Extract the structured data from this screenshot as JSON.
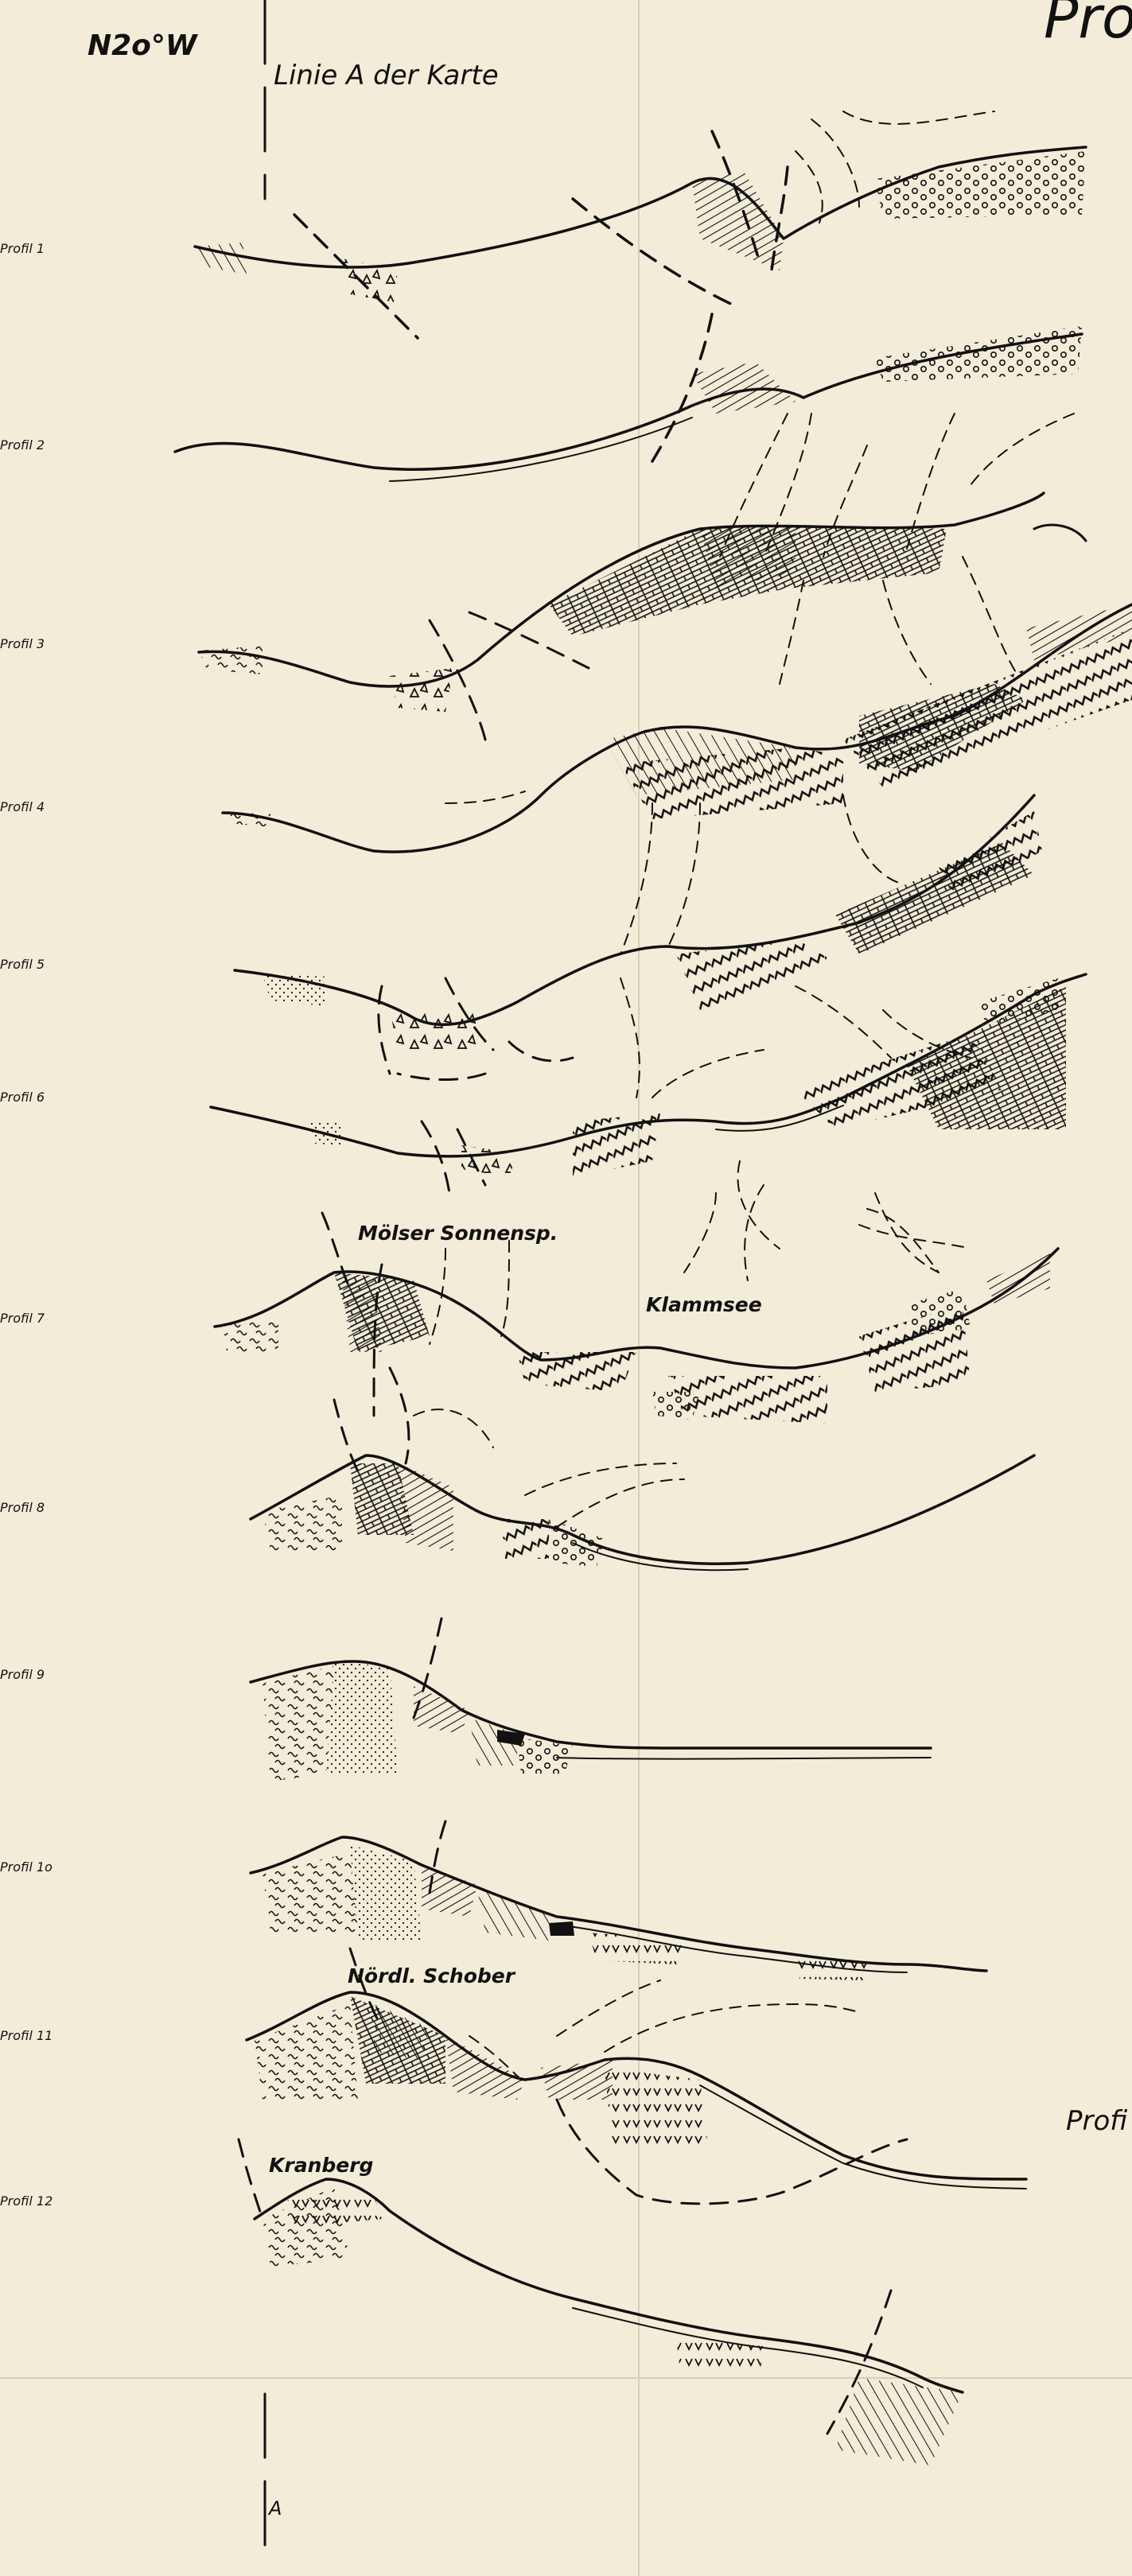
{
  "header": {
    "orientation": "N2o°W",
    "section_line_label": "Linie A der Karte",
    "section_end_label": "A",
    "title_fragment": "Pro",
    "right_edge_label": "Profi"
  },
  "profiles": [
    {
      "label": "Profil 1"
    },
    {
      "label": "Profil 2"
    },
    {
      "label": "Profil 3"
    },
    {
      "label": "Profil 4"
    },
    {
      "label": "Profil 5"
    },
    {
      "label": "Profil 6"
    },
    {
      "label": "Profil 7"
    },
    {
      "label": "Profil 8"
    },
    {
      "label": "Profil 9"
    },
    {
      "label": "Profil 1o"
    },
    {
      "label": "Profil 11"
    },
    {
      "label": "Profil 12"
    }
  ],
  "place_names": {
    "moelser": "Mölser Sonnensp.",
    "klammsee": "Klammsee",
    "noerdl_schober": "Nördl. Schober",
    "kranberg": "Kranberg"
  },
  "style": {
    "paper_color": "#f3ecd8",
    "ink_color": "#111111"
  }
}
